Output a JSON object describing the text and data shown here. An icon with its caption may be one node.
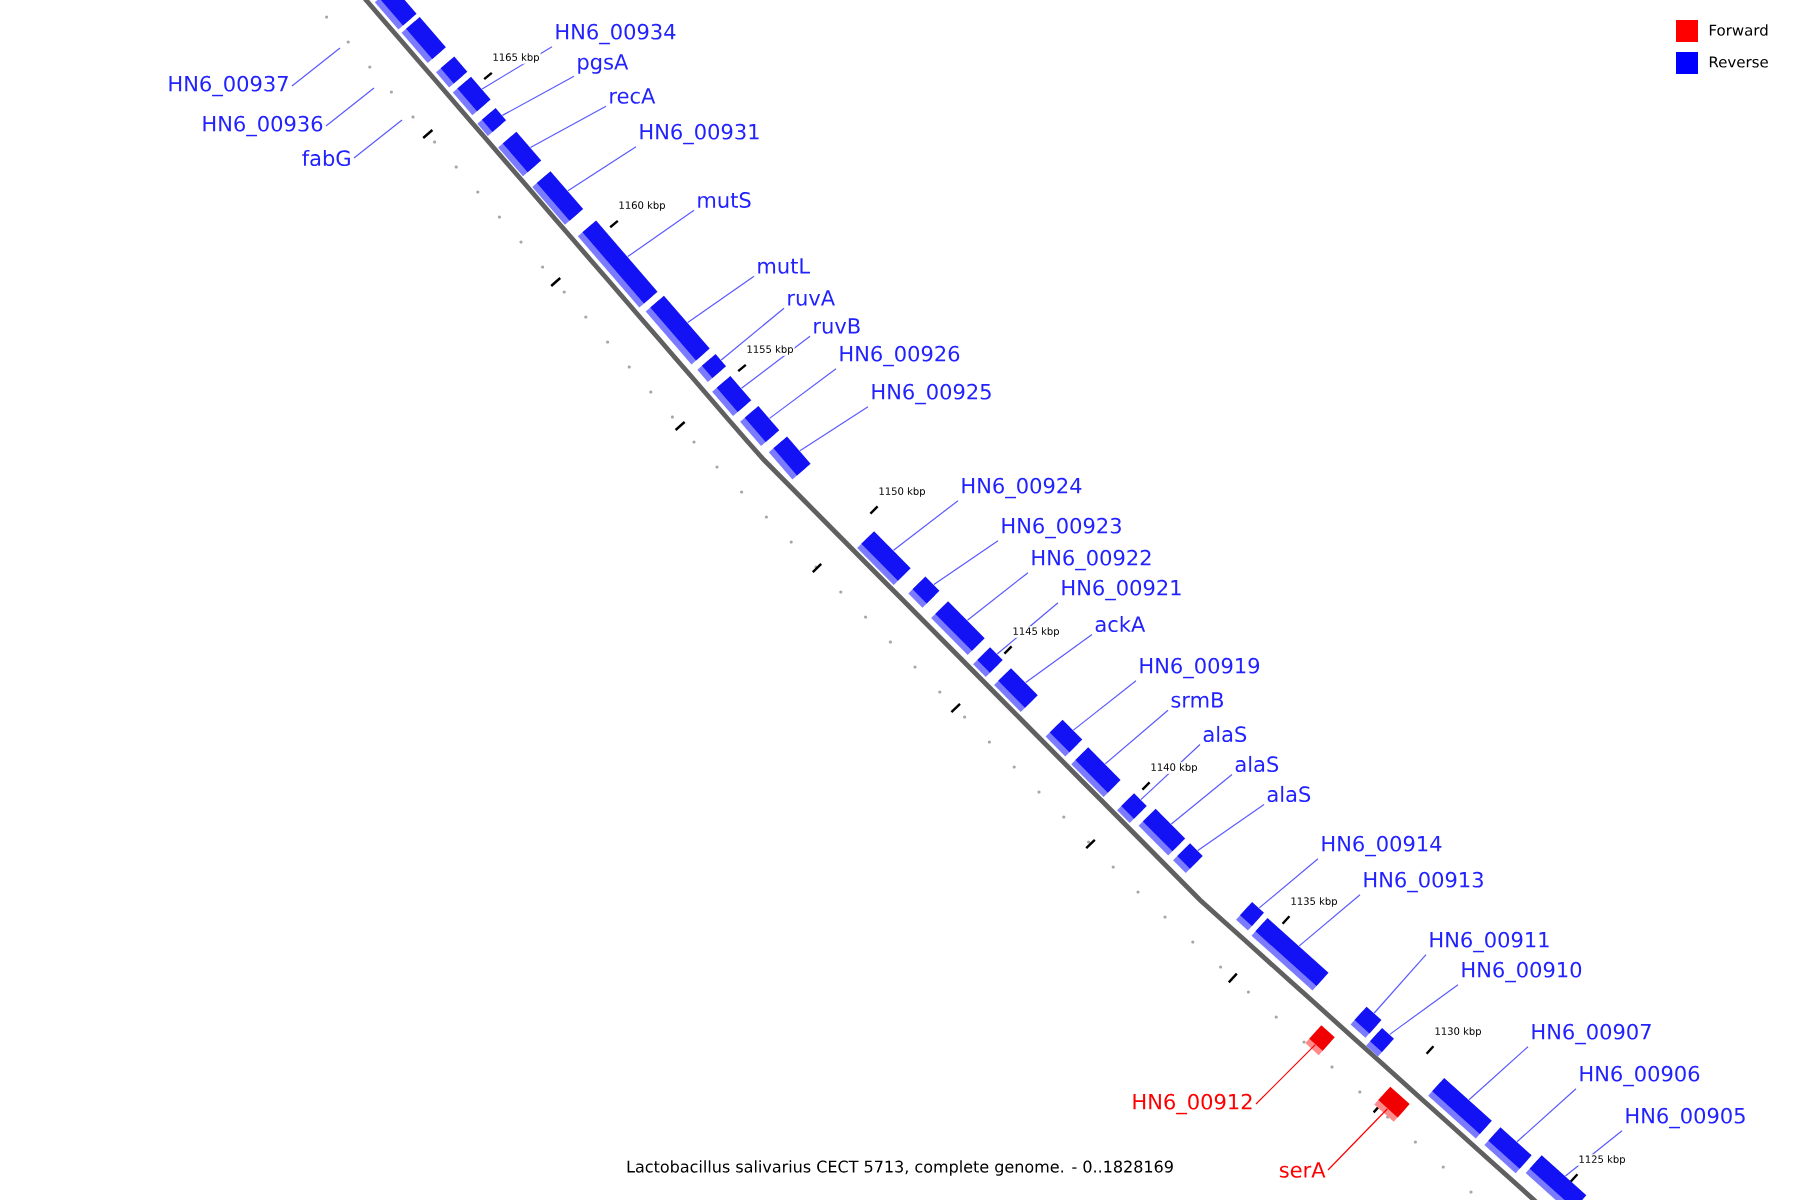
{
  "diagram": {
    "caption": "Lactobacillus salivarius CECT 5713, complete genome. - 0..1828169",
    "nodes": [
      {
        "text": [
          "HN6_00937"
        ]
      },
      {
        "text": [
          "HN6_00936"
        ]
      },
      {
        "text": [
          "fabG"
        ]
      },
      {
        "text": [
          "HN6_00934"
        ]
      },
      {
        "text": [
          "pgsA"
        ]
      },
      {
        "text": [
          "recA"
        ]
      },
      {
        "text": [
          "HN6_00931"
        ]
      },
      {
        "text": [
          "mutS"
        ]
      },
      {
        "text": [
          "mutL"
        ]
      },
      {
        "text": [
          "ruvA"
        ]
      },
      {
        "text": [
          "ruvB"
        ]
      },
      {
        "text": [
          "HN6_00926"
        ]
      },
      {
        "text": [
          "HN6_00925"
        ]
      },
      {
        "text": [
          "HN6_00924"
        ]
      },
      {
        "text": [
          "HN6_00923"
        ]
      },
      {
        "text": [
          "HN6_00922"
        ]
      },
      {
        "text": [
          "HN6_00921"
        ]
      },
      {
        "text": [
          "ackA"
        ]
      },
      {
        "text": [
          "HN6_00919"
        ]
      },
      {
        "text": [
          "srmB"
        ]
      },
      {
        "text": [
          "alaS"
        ]
      },
      {
        "text": [
          "alaS"
        ]
      },
      {
        "text": [
          "alaS"
        ]
      },
      {
        "text": [
          "HN6_00914"
        ]
      },
      {
        "text": [
          "HN6_00913"
        ]
      },
      {
        "text": [
          "HN6_00911"
        ]
      },
      {
        "text": [
          "HN6_00910"
        ]
      },
      {
        "text": [
          "HN6_00912"
        ]
      },
      {
        "text": [
          "HN6_00907"
        ]
      },
      {
        "text": [
          "HN6_00906"
        ]
      },
      {
        "text": [
          "HN6_00905"
        ]
      },
      {
        "text": [
          "serA"
        ]
      },
      {
        "text": [],
        "shape": "box"
      },
      {
        "text": [],
        "shape": "box"
      },
      {
        "text": [],
        "shape": "box"
      },
      {
        "text": [],
        "shape": "box"
      },
      {
        "text": [],
        "shape": "box"
      },
      {
        "text": [],
        "shape": "box"
      },
      {
        "text": [],
        "shape": "box"
      },
      {
        "text": [],
        "shape": "box"
      },
      {
        "text": [],
        "shape": "box"
      },
      {
        "text": [],
        "shape": "box"
      },
      {
        "text": [],
        "shape": "box"
      },
      {
        "text": [],
        "shape": "box"
      },
      {
        "text": [],
        "shape": "box"
      },
      {
        "text": [],
        "shape": "box"
      },
      {
        "text": [],
        "shape": "box"
      },
      {
        "text": [],
        "shape": "box"
      },
      {
        "text": [],
        "shape": "box"
      },
      {
        "text": [],
        "shape": "box"
      },
      {
        "text": [],
        "shape": "box"
      },
      {
        "text": [],
        "shape": "box"
      },
      {
        "text": [],
        "shape": "box"
      },
      {
        "text": [],
        "shape": "box"
      },
      {
        "text": [],
        "shape": "box"
      },
      {
        "text": [],
        "shape": "box"
      },
      {
        "text": [],
        "shape": "box"
      },
      {
        "text": [],
        "shape": "box"
      },
      {
        "text": [],
        "shape": "box"
      },
      {
        "text": [],
        "shape": "box"
      },
      {
        "text": [],
        "shape": "box"
      },
      {
        "text": [],
        "shape": "box"
      },
      {
        "text": [],
        "shape": "box"
      },
      {
        "text": [],
        "shape": "box"
      }
    ],
    "edges": [
      {
        "from": 0,
        "to": null,
        "arrow": "none"
      },
      {
        "from": 1,
        "to": null,
        "arrow": "none"
      },
      {
        "from": 2,
        "to": null,
        "arrow": "none"
      },
      {
        "from": 3,
        "to": 35,
        "arrow": "none"
      },
      {
        "from": 4,
        "to": 36,
        "arrow": "none"
      },
      {
        "from": 5,
        "to": 37,
        "arrow": "none"
      },
      {
        "from": 6,
        "to": 38,
        "arrow": "none"
      },
      {
        "from": 7,
        "to": 39,
        "arrow": "none"
      },
      {
        "from": 8,
        "to": 40,
        "arrow": "none"
      },
      {
        "from": 9,
        "to": 41,
        "arrow": "none"
      },
      {
        "from": 10,
        "to": 42,
        "arrow": "none"
      },
      {
        "from": 11,
        "to": 43,
        "arrow": "none"
      },
      {
        "from": 12,
        "to": 44,
        "arrow": "none"
      },
      {
        "from": 13,
        "to": 45,
        "arrow": "none"
      },
      {
        "from": 14,
        "to": 46,
        "arrow": "none"
      },
      {
        "from": 15,
        "to": 47,
        "arrow": "none"
      },
      {
        "from": 16,
        "to": 48,
        "arrow": "none"
      },
      {
        "from": 17,
        "to": 49,
        "arrow": "none"
      },
      {
        "from": 18,
        "to": 50,
        "arrow": "none"
      },
      {
        "from": 19,
        "to": 51,
        "arrow": "none"
      },
      {
        "from": 20,
        "to": 52,
        "arrow": "none"
      },
      {
        "from": 21,
        "to": 53,
        "arrow": "none"
      },
      {
        "from": 22,
        "to": 54,
        "arrow": "none"
      },
      {
        "from": 23,
        "to": 55,
        "arrow": "none"
      },
      {
        "from": 24,
        "to": 56,
        "arrow": "none"
      },
      {
        "from": 25,
        "to": 57,
        "arrow": "none"
      },
      {
        "from": 26,
        "to": 58,
        "arrow": "none"
      },
      {
        "from": 27,
        "to": 59,
        "arrow": "none",
        "color": "#ff0000"
      },
      {
        "from": 28,
        "to": 61,
        "arrow": "none"
      },
      {
        "from": 29,
        "to": 62,
        "arrow": "none"
      },
      {
        "from": 30,
        "to": 63,
        "arrow": "none"
      },
      {
        "from": 31,
        "to": 60,
        "arrow": "none",
        "color": "#ff0000"
      }
    ],
    "labels": [
      "1165 kbp",
      "1160 kbp",
      "1155 kbp",
      "1150 kbp",
      "1145 kbp",
      "1140 kbp",
      "1135 kbp",
      "1130 kbp",
      "1125 kbp"
    ],
    "legend": [
      {
        "text": "Forward",
        "color": "#ff0000"
      },
      {
        "text": "Reverse",
        "color": "#0000ff"
      }
    ]
  }
}
